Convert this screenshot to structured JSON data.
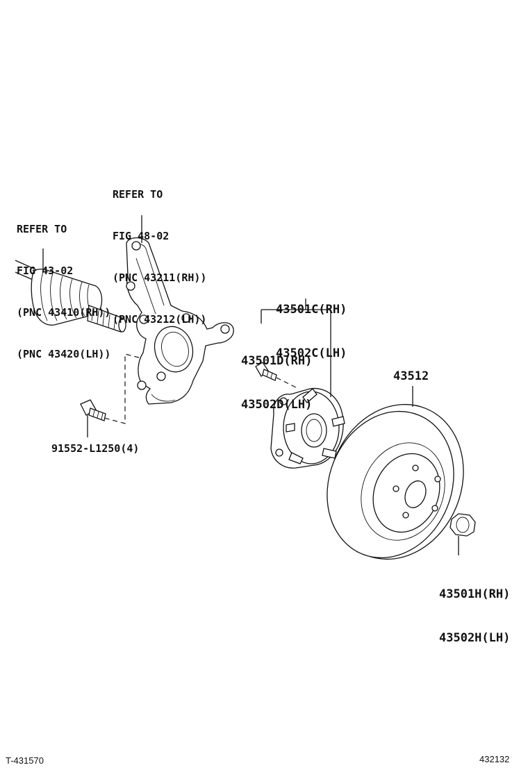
{
  "labels": {
    "knuckle_ref": [
      "REFER TO",
      "FIG 48-02",
      "(PNC 43211(RH))",
      "(PNC 43212(LH))"
    ],
    "shaft_ref": [
      "REFER TO",
      "FIG 43-02",
      "(PNC 43410(RH))",
      "(PNC 43420(LH))"
    ],
    "hub_assy": [
      "43501C(RH)",
      "43502C(LH)"
    ],
    "hub_bolt": [
      "43501D(RH)",
      "43502D(LH)"
    ],
    "disc": "43512",
    "knuckle_bolt": "91552-L1250(4)",
    "hub_nut": [
      "43501H(RH)",
      "43502H(LH)"
    ]
  },
  "footer": {
    "left": "T-431570",
    "right": "432132"
  },
  "icons": [
    "drive-shaft-icon",
    "steering-knuckle-icon",
    "bolt-icon",
    "hub-bearing-icon",
    "brake-disc-icon",
    "hub-nut-icon"
  ]
}
